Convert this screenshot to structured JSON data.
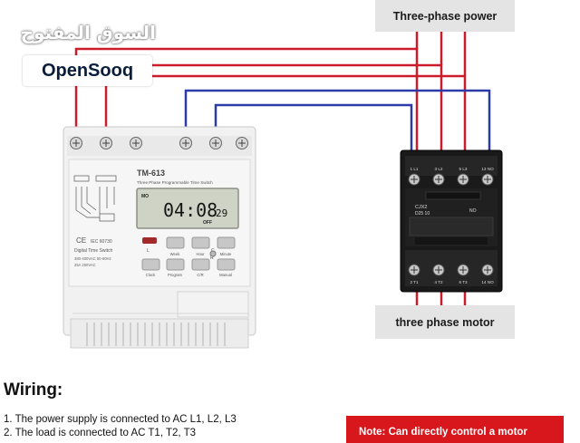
{
  "watermark": {
    "arabic": "السوق المفتوح",
    "brand": "OpenSooq"
  },
  "labels": {
    "power": "Three-phase power",
    "motor": "three phase motor"
  },
  "timer": {
    "model": "TM-613",
    "subtitle": "Three Phase Programmable Time Switch",
    "display_time": "04:08",
    "display_seconds": "29",
    "display_mode": "MO",
    "display_state": "OFF",
    "side_text": "Digital Time Switch",
    "ce_mark": "CE",
    "standard": "IEC 60730",
    "spec_line1": "380-400VAC 50-60Hz",
    "spec_line2": "25A 250VAC",
    "buttons": [
      "Week",
      "Hour",
      "Minute",
      "Clock",
      "Program",
      "C/R",
      "Manual"
    ],
    "reset_label": "R",
    "small_label": "C",
    "left_led_label": "L"
  },
  "contactor": {
    "model_line1": "CJX2",
    "model_line2": "D25 10",
    "aux_label": "NO",
    "top_terminals": [
      "1 L1",
      "3 L2",
      "5 L3",
      "13 NO"
    ],
    "bottom_terminals": [
      "2 T1",
      "4 T2",
      "6 T3",
      "14 NO"
    ]
  },
  "wiring": {
    "title": "Wiring:",
    "steps": [
      "1. The power supply is connected to AC L1, L2, L3",
      "2. The load is connected to AC T1, T2, T3"
    ],
    "note": "Note: Can directly control a motor"
  },
  "colors": {
    "red_wire": "#cc1b2a",
    "blue_wire": "#2b3aa6",
    "note_bg": "#d8171d",
    "label_bg": "#e4e4e4"
  }
}
